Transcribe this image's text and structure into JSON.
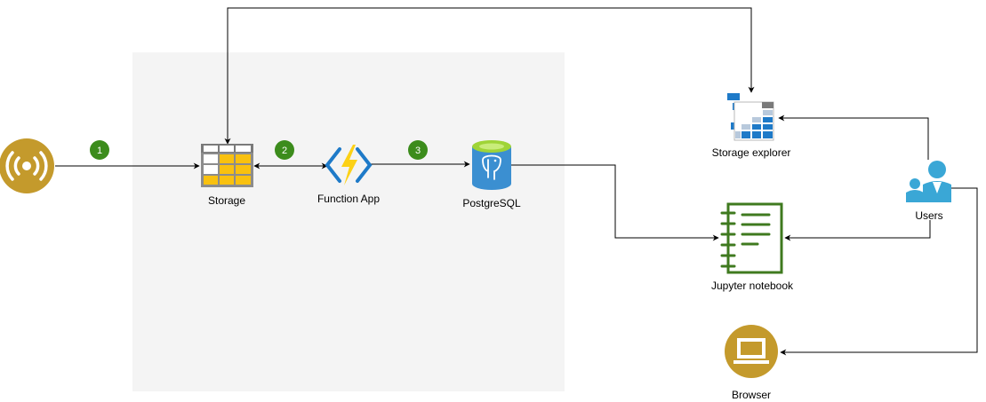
{
  "nodes": {
    "iot": {
      "label": "",
      "icon": "iot-device-icon"
    },
    "storage": {
      "label": "Storage",
      "icon": "table-storage-icon"
    },
    "function_app": {
      "label": "Function App",
      "icon": "function-app-icon"
    },
    "postgres": {
      "label": "PostgreSQL",
      "icon": "postgresql-icon"
    },
    "storage_explorer": {
      "label": "Storage explorer",
      "icon": "storage-explorer-icon"
    },
    "jupyter": {
      "label": "Jupyter notebook",
      "icon": "notebook-icon"
    },
    "users": {
      "label": "Users",
      "icon": "users-icon"
    },
    "browser": {
      "label": "Browser",
      "icon": "browser-icon"
    }
  },
  "steps": [
    "1",
    "2",
    "3"
  ],
  "colors": {
    "group_bg": "#f4f4f4",
    "step_badge": "#3c8c1c",
    "gold": "#c49a2c",
    "azure_blue": "#1e7ac8",
    "table_yellow": "#f9c10f",
    "gray": "#8c8c8c",
    "green_dark": "#3f7a1f",
    "user_blue": "#3aa7d6",
    "db_blue": "#3b8fd1",
    "db_green": "#9fd437",
    "bolt_yellow": "#fcd116",
    "line": "#000000"
  }
}
